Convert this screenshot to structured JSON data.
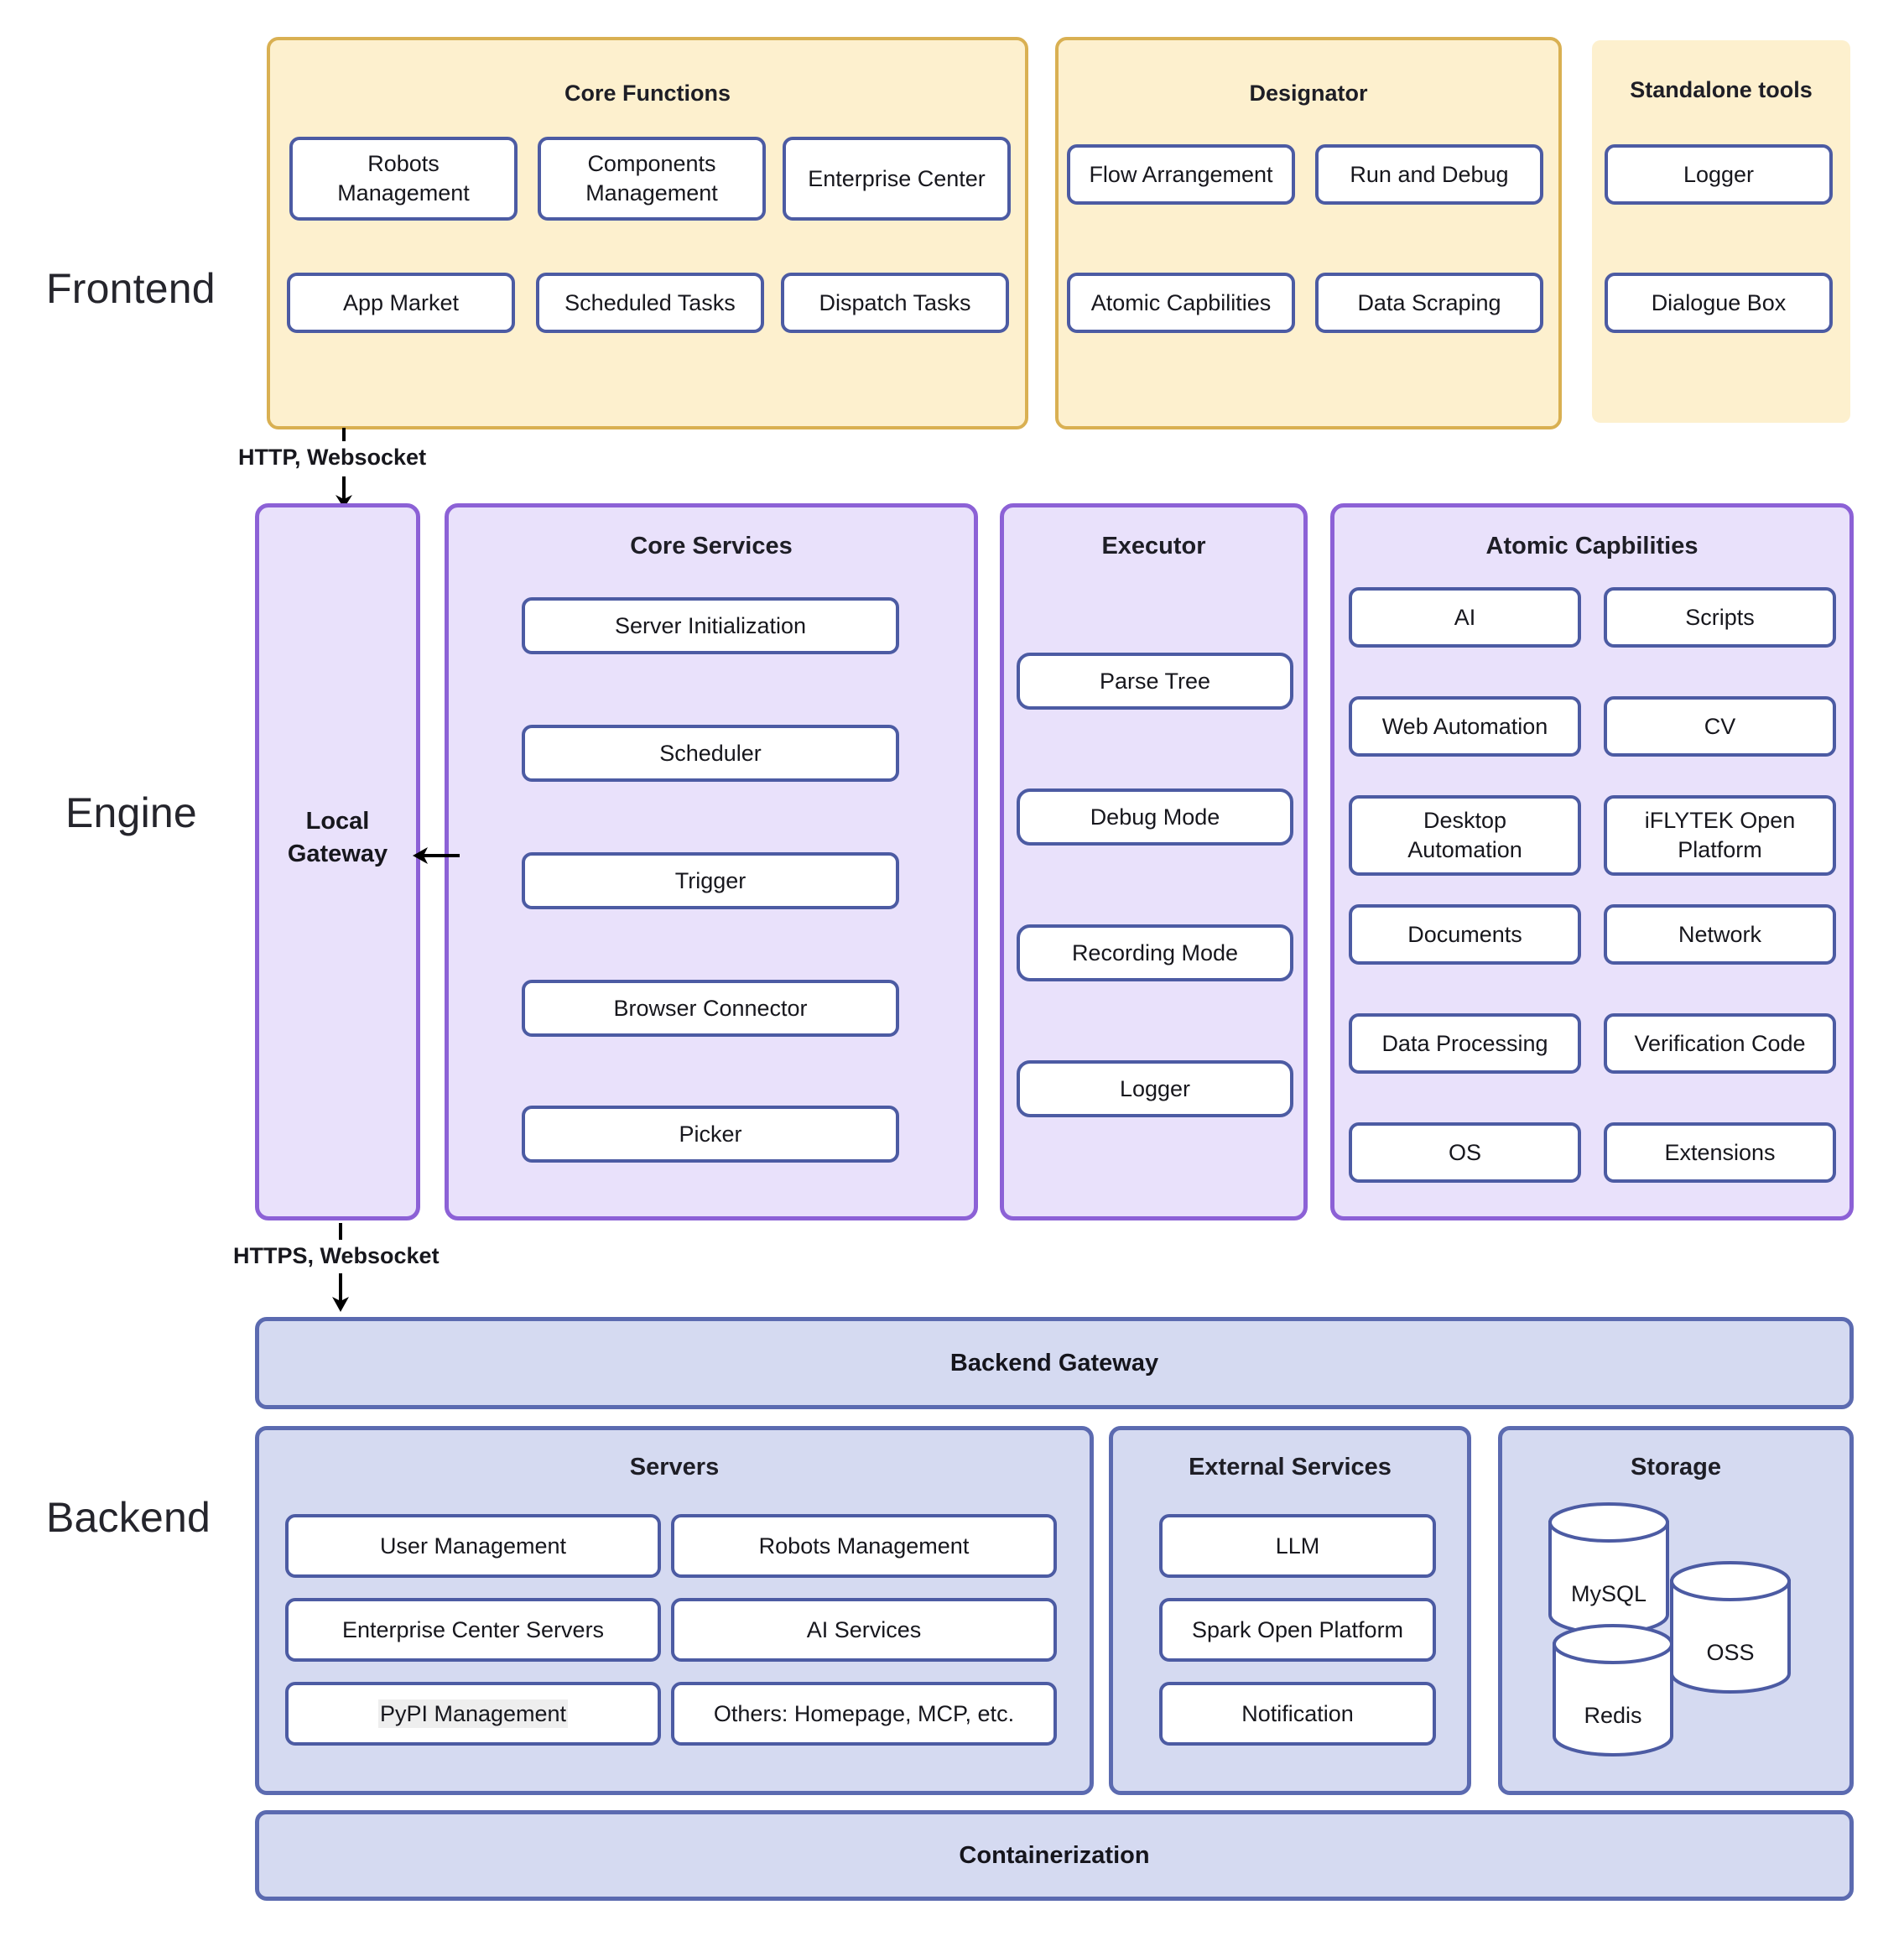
{
  "tiers": [
    {
      "label": "Frontend"
    },
    {
      "label": "Engine"
    },
    {
      "label": "Backend"
    }
  ],
  "frontend": {
    "groups": [
      {
        "title": "Core Functions",
        "nodes": [
          "Robots\nManagement",
          "Components\nManagement",
          "Enterprise Center",
          "App Market",
          "Scheduled Tasks",
          "Dispatch Tasks"
        ]
      },
      {
        "title": "Designator",
        "nodes": [
          "Flow Arrangement",
          "Run and Debug",
          "Atomic Capbilities",
          "Data Scraping"
        ]
      },
      {
        "title": "Standalone tools",
        "nodes": [
          "Logger",
          "Dialogue Box"
        ]
      }
    ]
  },
  "engine": {
    "gateway": {
      "label": "Local\nGateway"
    },
    "groups": [
      {
        "title": "Core Services",
        "nodes": [
          "Server Initialization",
          "Scheduler",
          "Trigger",
          "Browser Connector",
          "Picker"
        ]
      },
      {
        "title": "Executor",
        "nodes": [
          "Parse Tree",
          "Debug  Mode",
          "Recording Mode",
          "Logger"
        ]
      },
      {
        "title": "Atomic Capbilities",
        "nodes": [
          "AI",
          "Scripts",
          "Web Automation",
          "CV",
          "Desktop\nAutomation",
          "iFLYTEK Open\nPlatform",
          "Documents",
          "Network",
          "Data Processing",
          "Verification Code",
          "OS",
          "Extensions"
        ]
      }
    ]
  },
  "backend": {
    "gateway_bar": "Backend Gateway",
    "containerization_bar": "Containerization",
    "groups": [
      {
        "title": "Servers",
        "nodes": [
          "User Management",
          "Robots Management",
          "Enterprise Center Servers",
          "AI Services",
          "PyPI Management",
          "Others: Homepage, MCP, etc."
        ]
      },
      {
        "title": "External Services",
        "nodes": [
          "LLM",
          "Spark Open Platform",
          "Notification"
        ]
      },
      {
        "title": "Storage",
        "nodes": [
          "MySQL",
          "OSS",
          "Redis"
        ]
      }
    ]
  },
  "connectors": [
    {
      "label": "HTTP, Websocket"
    },
    {
      "label": "HTTPS, Websocket"
    }
  ],
  "colors": {
    "frontend_fill": "#fdf0ce",
    "frontend_border": "#d9b052",
    "engine_fill": "#e9e1fb",
    "engine_border": "#8c61d6",
    "backend_fill": "#d5daf1",
    "backend_border": "#5b6ab0",
    "node_border": "#4c5ba3",
    "node_fill": "#ffffff"
  }
}
